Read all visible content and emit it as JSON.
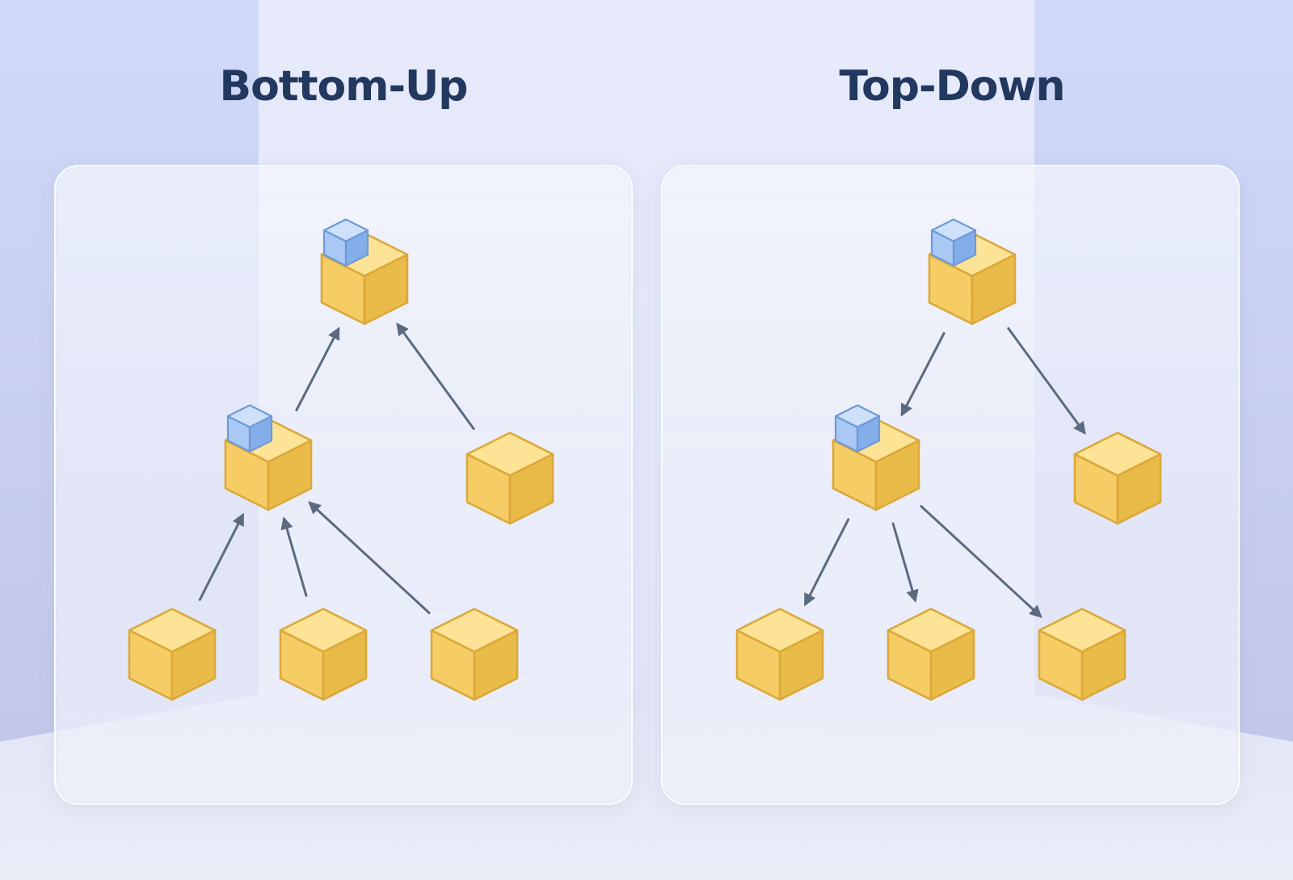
{
  "diagrams": [
    {
      "title": "Bottom-Up",
      "direction": "up",
      "nodes": [
        {
          "id": "root",
          "has_module": true
        },
        {
          "id": "mid",
          "has_module": true
        },
        {
          "id": "right",
          "has_module": false
        },
        {
          "id": "leaf-1",
          "has_module": false
        },
        {
          "id": "leaf-2",
          "has_module": false
        },
        {
          "id": "leaf-3",
          "has_module": false
        }
      ],
      "edges": [
        {
          "from": "mid",
          "to": "root"
        },
        {
          "from": "right",
          "to": "root"
        },
        {
          "from": "leaf-1",
          "to": "mid"
        },
        {
          "from": "leaf-2",
          "to": "mid"
        },
        {
          "from": "leaf-3",
          "to": "mid"
        }
      ]
    },
    {
      "title": "Top-Down",
      "direction": "down",
      "nodes": [
        {
          "id": "root",
          "has_module": true
        },
        {
          "id": "mid",
          "has_module": true
        },
        {
          "id": "right",
          "has_module": false
        },
        {
          "id": "leaf-1",
          "has_module": false
        },
        {
          "id": "leaf-2",
          "has_module": false
        },
        {
          "id": "leaf-3",
          "has_module": false
        }
      ],
      "edges": [
        {
          "from": "root",
          "to": "mid"
        },
        {
          "from": "root",
          "to": "right"
        },
        {
          "from": "mid",
          "to": "leaf-1"
        },
        {
          "from": "mid",
          "to": "leaf-2"
        },
        {
          "from": "mid",
          "to": "leaf-3"
        }
      ]
    }
  ],
  "colors": {
    "title": "#22385e",
    "cube_top": "#fde395",
    "cube_left": "#f5cd64",
    "cube_right": "#e9bb48",
    "cube_stroke": "#dba83a",
    "module_top": "#cfe0fb",
    "module_left": "#a9c8f4",
    "module_right": "#84aeea",
    "module_stroke": "#6e9ad8",
    "arrow": "#5c6a80"
  }
}
